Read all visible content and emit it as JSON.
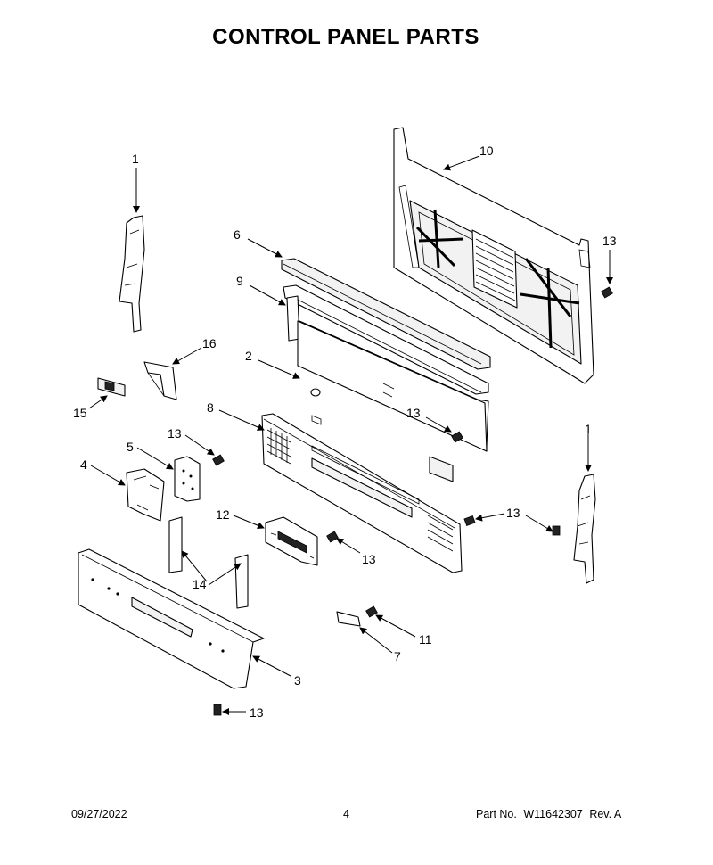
{
  "title": "CONTROL PANEL PARTS",
  "footer": {
    "date": "09/27/2022",
    "page": "4",
    "part_no_label": "Part No.",
    "part_no": "W11642307",
    "revision": "Rev. A"
  },
  "callouts": {
    "c1_left": "1",
    "c1_right": "1",
    "c2": "2",
    "c3": "3",
    "c4": "4",
    "c5": "5",
    "c6": "6",
    "c7": "7",
    "c8": "8",
    "c9": "9",
    "c10": "10",
    "c11": "11",
    "c12": "12",
    "c13_top_right": "13",
    "c13_center": "13",
    "c13_left": "13",
    "c13_right": "13",
    "c13_knob": "13",
    "c13_bottom": "13",
    "c14": "14",
    "c15": "15",
    "c16": "16"
  }
}
